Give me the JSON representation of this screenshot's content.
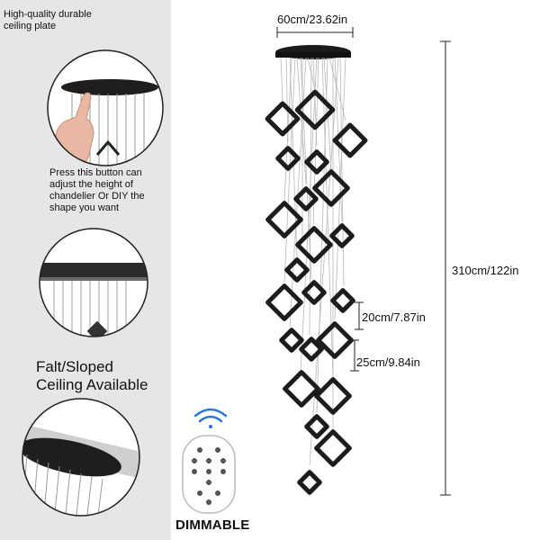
{
  "left_panel": {
    "plate_caption": "High-quality durable ceiling plate",
    "button_caption": "Press this button can adjust the height of chandelier Or DIY the shape you want",
    "sloped_caption": "Falt/Sloped Ceiling Available",
    "remote_caption": "DIMMABLE"
  },
  "dimensions": {
    "plate_width": "60cm/23.62in",
    "total_height": "310cm/122in",
    "small_frame": "20cm/7.87in",
    "large_frame": "25cm/9.84in"
  }
}
